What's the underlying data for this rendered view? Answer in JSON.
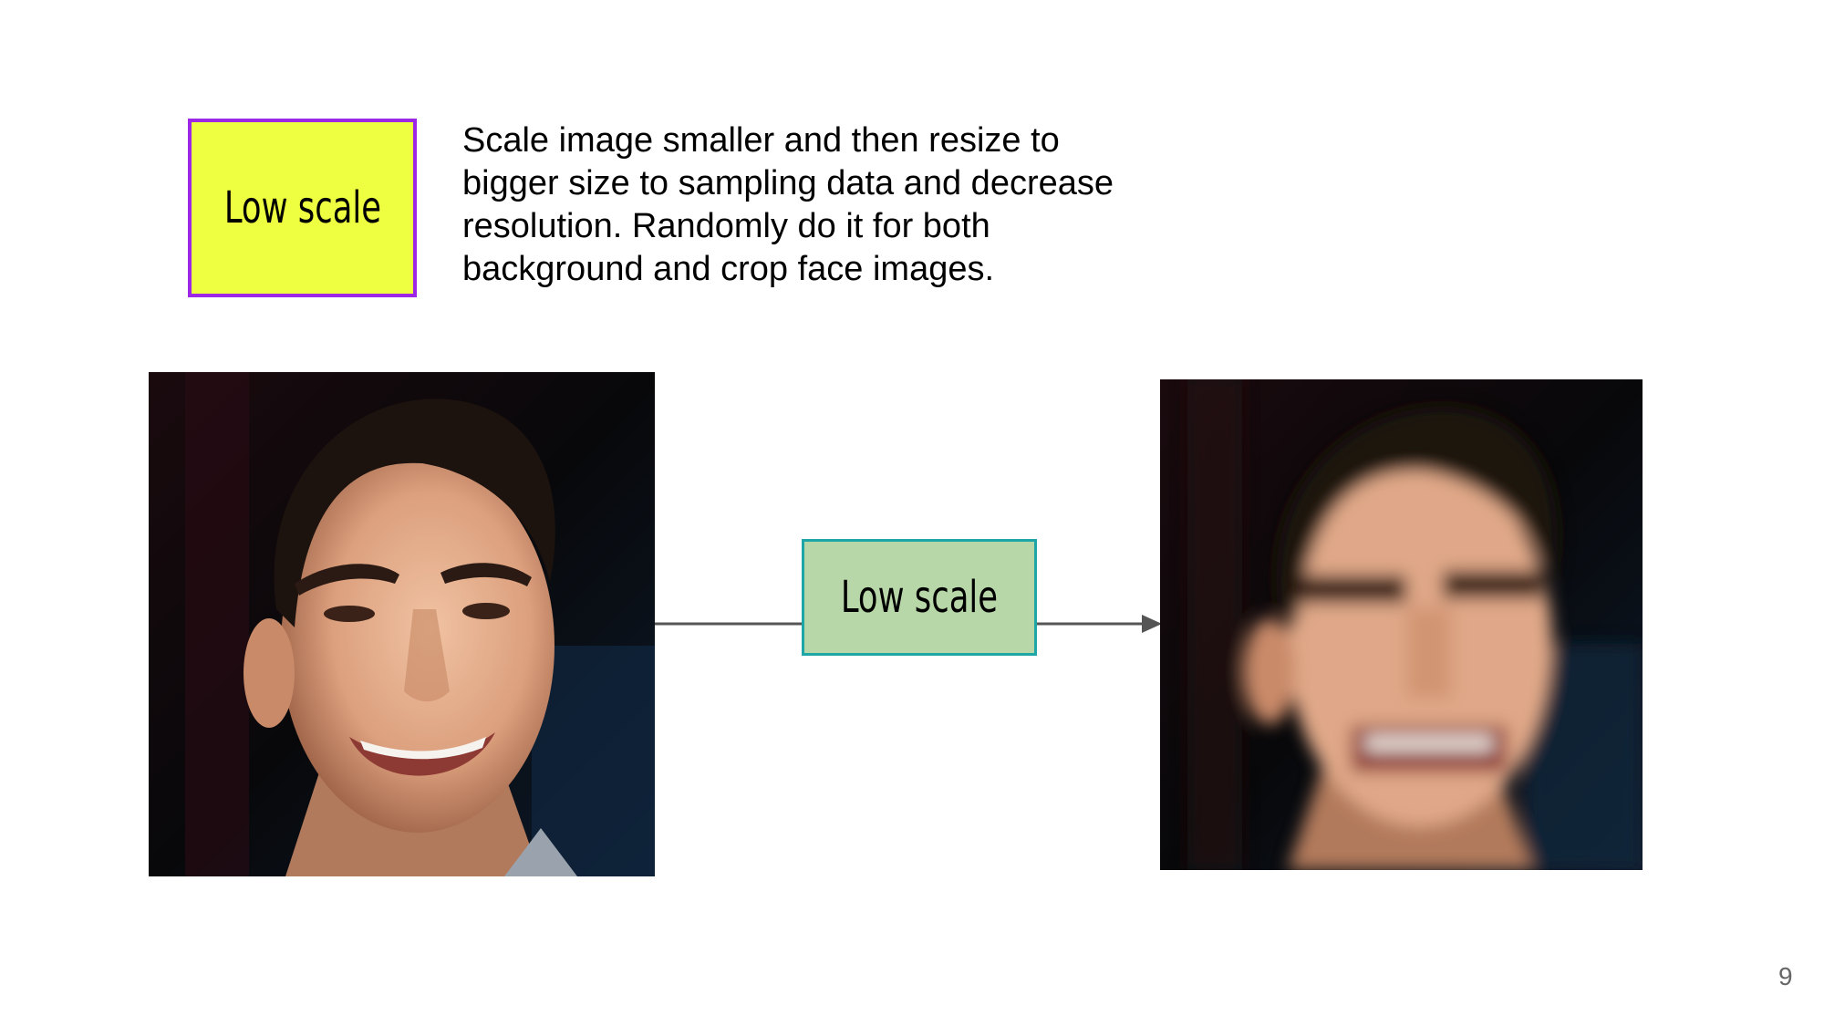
{
  "header": {
    "label": "Low scale",
    "description": "Scale image smaller and then resize to bigger size to sampling data and decrease resolution. Randomly do it for both background and crop face images.",
    "label_bg": "#eeff41",
    "label_border": "#9c27e6"
  },
  "diagram": {
    "operation_label": "Low scale",
    "operation_bg": "#b7d7a8",
    "operation_border": "#1ea5a5",
    "input_image": "face-photo-original",
    "output_image": "face-photo-low-resolution"
  },
  "footer": {
    "page_number": "9"
  }
}
